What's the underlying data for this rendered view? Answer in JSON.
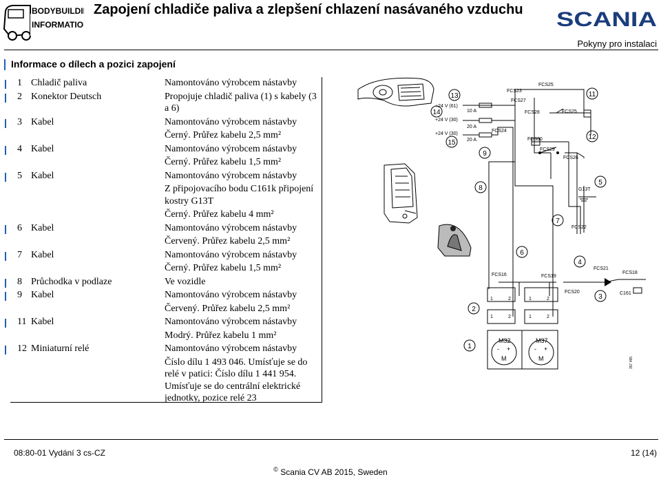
{
  "header": {
    "logo_line1": "BODYBUILDING",
    "logo_line2": "INFORMATION",
    "title": "Zapojení chladiče paliva a zlepšení chlazení nasávaného vzduchu",
    "brand": "SCANIA",
    "subtitle": "Pokyny pro instalaci"
  },
  "section_title": "Informace o dílech a pozici zapojení",
  "parts": [
    {
      "num": "1",
      "name": "Chladič paliva",
      "desc": [
        "Namontováno výrobcem nástavby"
      ]
    },
    {
      "num": "2",
      "name": "Konektor Deutsch",
      "desc": [
        "Propojuje chladič paliva (1) s kabely (3 a 6)"
      ]
    },
    {
      "num": "3",
      "name": "Kabel",
      "desc": [
        "Namontováno výrobcem nástavby",
        "Černý. Průřez kabelu 2,5 mm²"
      ]
    },
    {
      "num": "4",
      "name": "Kabel",
      "desc": [
        "Namontováno výrobcem nástavby",
        "Černý. Průřez kabelu 1,5 mm²"
      ]
    },
    {
      "num": "5",
      "name": "Kabel",
      "desc": [
        "Namontováno výrobcem nástavby",
        "Z připojovacího bodu C161k připojení kostry G13T",
        "Černý. Průřez kabelu 4 mm²"
      ]
    },
    {
      "num": "6",
      "name": "Kabel",
      "desc": [
        "Namontováno výrobcem nástavby",
        "Červený. Průřez kabelu 2,5 mm²"
      ]
    },
    {
      "num": "7",
      "name": "Kabel",
      "desc": [
        "Namontováno výrobcem nástavby",
        "Černý. Průřez kabelu 1,5 mm²"
      ]
    },
    {
      "num": "8",
      "name": "Průchodka v podlaze",
      "desc": [
        "Ve vozidle"
      ]
    },
    {
      "num": "9",
      "name": "Kabel",
      "desc": [
        "Namontováno výrobcem nástavby",
        "Červený. Průřez kabelu 2,5 mm²"
      ]
    },
    {
      "num": "11",
      "name": "Kabel",
      "desc": [
        "Namontováno výrobcem nástavby",
        "Modrý. Průřez kabelu 1 mm²"
      ]
    },
    {
      "num": "12",
      "name": "Miniaturní relé",
      "desc": [
        "Namontováno výrobcem nástavby",
        "Číslo dílu 1 493 046. Umísťuje se do relé v patici: Číslo dílu 1 441 954. Umísťuje se do centrální elektrické jednotky, pozice relé 23"
      ]
    }
  ],
  "diagram": {
    "callouts": [
      "1",
      "2",
      "3",
      "4",
      "5",
      "6",
      "7",
      "8",
      "9",
      "11",
      "12",
      "13",
      "14",
      "15"
    ],
    "supply_labels": [
      "+24 V (61)",
      "+24 V (30)",
      "+24 V (30)"
    ],
    "fuse_labels": [
      "10 A",
      "20 A",
      "20 A"
    ],
    "connectors": [
      "FCS23",
      "FCS24",
      "FCS25",
      "FCS25",
      "FCS26",
      "FCS27",
      "FCS28",
      "FCS29",
      "FCS30",
      "FCS22",
      "FCS16",
      "FCS19",
      "FCS20",
      "FCS21",
      "FCS18"
    ],
    "points": [
      "G13T",
      "C161"
    ],
    "motors": [
      "M32",
      "M37"
    ],
    "motor_symbol": "M",
    "pins": [
      "1",
      "2"
    ],
    "polarity": [
      "-",
      "+"
    ],
    "drawing_number": "357 495"
  },
  "footer": {
    "doc_id": "08:80-01 Vydání 3 cs-CZ",
    "page": "12 (14)",
    "copyright_symbol": "©",
    "copyright": "Scania CV AB 2015, Sweden"
  },
  "colors": {
    "change_bar": "#1f5fb4",
    "text": "#000000"
  }
}
